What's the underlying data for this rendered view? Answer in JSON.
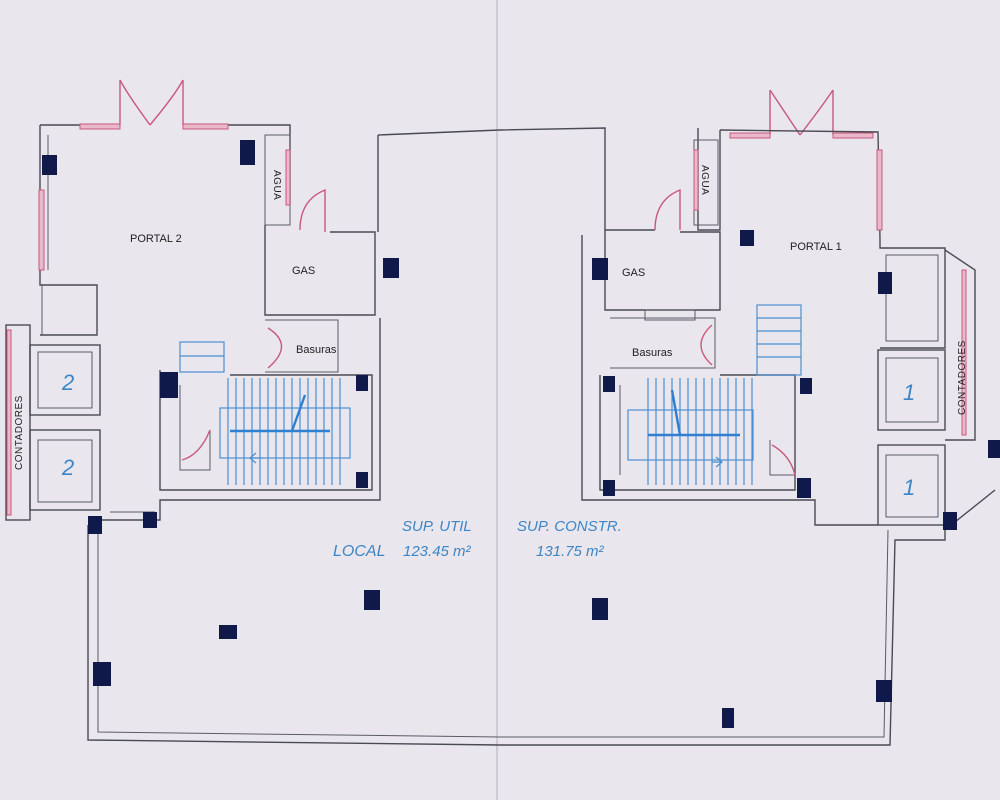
{
  "labels": {
    "portal_left": "PORTAL 2",
    "portal_right": "PORTAL 1",
    "agua_left": "AGUA",
    "agua_right": "AGUA",
    "gas_left": "GAS",
    "gas_right": "GAS",
    "basuras_left": "Basuras",
    "basuras_right": "Basuras",
    "contadores_left": "CONTADORES",
    "contadores_right": "CONTADORES",
    "elevator_left_top": "2",
    "elevator_left_bottom": "2",
    "elevator_right_top": "1",
    "elevator_right_bottom": "1"
  },
  "area_info": {
    "local_label": "LOCAL",
    "sup_util_label": "SUP. UTIL",
    "sup_util_value": "123.45 m²",
    "sup_constr_label": "SUP. CONSTR.",
    "sup_constr_value": "131.75 m²"
  },
  "colors": {
    "paper": "#eae6ee",
    "walls": "#4a4a55",
    "openings": "#c8587a",
    "stairs": "#4a8fd1",
    "columns": "#101a4a",
    "annotation": "#3a86c8"
  }
}
